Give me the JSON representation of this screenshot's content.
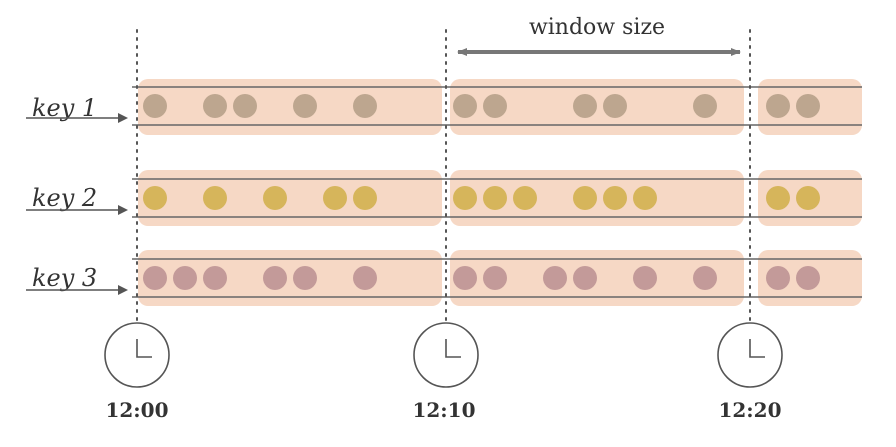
{
  "window_label": "window size",
  "rows": [
    {
      "label": "key 1",
      "color": "#bda68f",
      "windows": [
        {
          "events": [
            1,
            3,
            4,
            6,
            8
          ]
        },
        {
          "events": [
            1,
            2,
            5,
            6,
            9
          ]
        },
        {
          "events": [
            1,
            2
          ]
        }
      ]
    },
    {
      "label": "key 2",
      "color": "#d6b55b",
      "windows": [
        {
          "events": [
            1,
            3,
            5,
            7,
            8
          ]
        },
        {
          "events": [
            1,
            2,
            3,
            5,
            6,
            7
          ]
        },
        {
          "events": [
            1,
            2
          ]
        }
      ]
    },
    {
      "label": "key 3",
      "color": "#c39a99",
      "windows": [
        {
          "events": [
            1,
            2,
            3,
            5,
            6,
            8
          ]
        },
        {
          "events": [
            1,
            2,
            4,
            5,
            7,
            9
          ]
        },
        {
          "events": [
            1,
            2
          ]
        }
      ]
    }
  ],
  "times": [
    "12:00",
    "12:10",
    "12:20"
  ],
  "colors": {
    "window_fill": "#f6d8c5",
    "line": "#666666",
    "arrow": "#777777",
    "text": "#333333"
  }
}
